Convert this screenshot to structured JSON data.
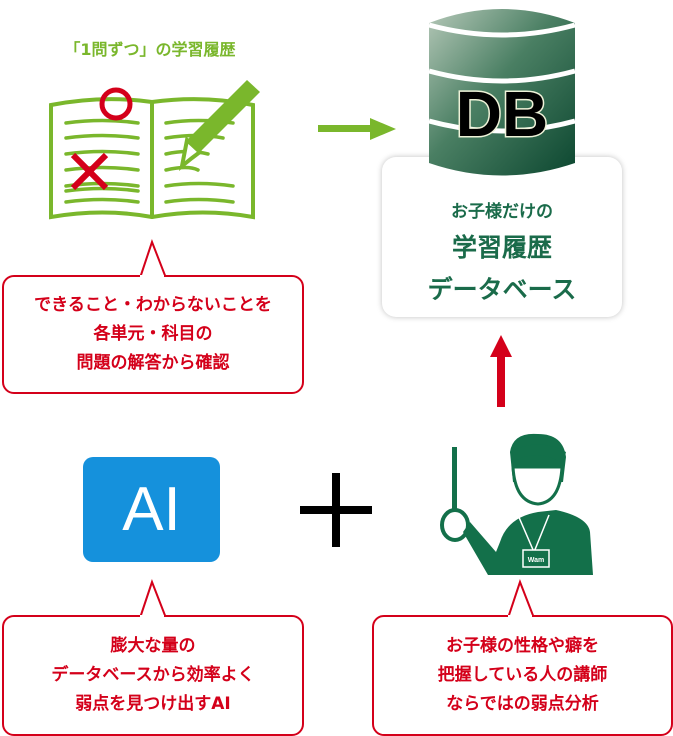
{
  "history": {
    "title": "「1問ずつ」の学習履歴"
  },
  "callout_history": {
    "lines": [
      "できること・わからないことを",
      "各単元・科目の",
      "問題の解答から確認"
    ]
  },
  "database": {
    "icon_label": "DB",
    "line1": "お子様だけの",
    "line2": "学習履歴",
    "line3": "データベース"
  },
  "ai": {
    "label": "AI"
  },
  "teacher": {
    "badge": "Wam"
  },
  "callout_ai": {
    "lines": [
      "膨大な量の",
      "データベースから効率よく",
      "弱点を見つけ出すAI"
    ]
  },
  "callout_teacher": {
    "lines": [
      "お子様の性格や癖を",
      "把握している人の講師",
      "ならではの弱点分析"
    ]
  },
  "colors": {
    "green": "#7ab72c",
    "red": "#d4001a",
    "db_green": "#1a6b4a",
    "ai_blue": "#1591dc"
  }
}
